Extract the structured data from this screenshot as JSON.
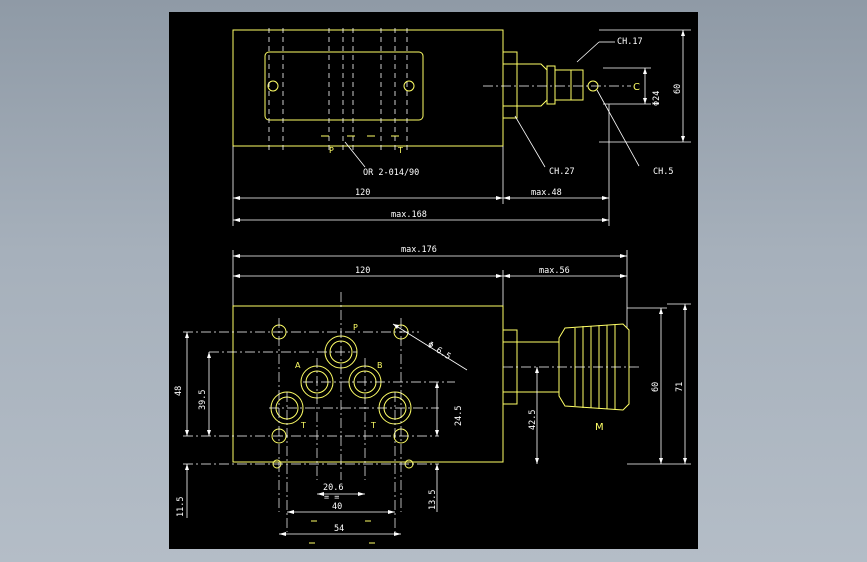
{
  "colors": {
    "viewer_background": "#a6b0bb",
    "sheet_background": "#000000",
    "outline": "#ffff66",
    "dimension": "#ffffff"
  },
  "top_view": {
    "dimensions": {
      "body_length": "120",
      "knob_length": "max.48",
      "overall_length": "max.168",
      "height": "60",
      "diameter": "Φ24"
    },
    "callouts": {
      "hex_17": "CH.17",
      "hex_27": "CH.27",
      "hex_5": "CH.5",
      "oring": "OR 2-014/90"
    },
    "port_labels": {
      "p": "P",
      "t": "T"
    },
    "view_letter": "C"
  },
  "bottom_view": {
    "dimensions": {
      "overall_length": "max.176",
      "body_length": "120",
      "knob_length": "max.56",
      "height_48": "48",
      "height_39_5": "39.5",
      "hole_diameter": "Φ 6.5",
      "spacing_24_5": "24.5",
      "knob_height": "60",
      "total_height": "71",
      "axis_42_5": "42.5",
      "width_20_6": "20.6",
      "width_40": "40",
      "width_54": "54",
      "edge_11_5": "11.5",
      "edge_13_5": "13.5",
      "equal_marks": "= ="
    },
    "port_labels": {
      "p": "P",
      "a": "A",
      "b": "B",
      "t_left": "T",
      "t_right": "T"
    },
    "view_letter": "M"
  }
}
